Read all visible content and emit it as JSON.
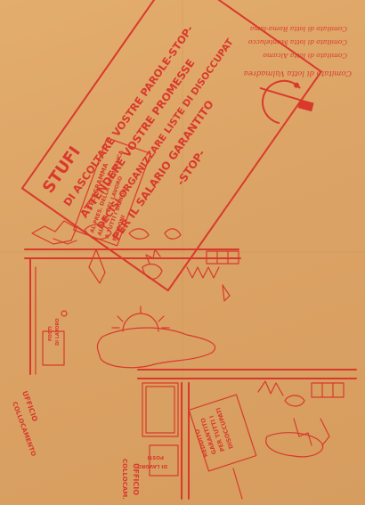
{
  "colors": {
    "paper": "#dba365",
    "ink": "#d9392c"
  },
  "icons": [
    "hammer-sickle-icon"
  ],
  "committees": [
    "Comitato di lotta Valmadrea",
    "Comitato di lotta Alcamo",
    "Comitato di lotta Montelucco",
    "Comitato di lotta Roma-lama"
  ],
  "headline": {
    "line1": "STUFI",
    "line2": "DI ASCOLTARE VOSTRE PAROLE-STOP-",
    "line3": "ATTENDERE VOSTRE PROMESSE",
    "line4": "DECISI ORGANIZZARE LISTE DI DISOCCUPAT",
    "line5": "PER IL SALARIO GARANTITO",
    "line6": "-STOP-"
  },
  "telegram_box": {
    "line1": "TELEGRAMMA",
    "line2": "AL PRES. DELLA REPUBBLICA",
    "line3": "AL MIN. DEL LAVORO",
    "line4": "A TUTTI I SIGNORI",
    "line5": "PADRONI"
  },
  "sign_bottom": {
    "line1": "REDDITO",
    "line2": "GARANTITO",
    "line3": "PER TUTTI I",
    "line4": "DISOCCUPATI"
  },
  "office_upper": {
    "label1": "UFFICIO",
    "label2": "COLLOCAMENTO",
    "poster1": "POSTI",
    "poster2": "DI LAVORO"
  },
  "office_lower": {
    "label1": "UFFICIO",
    "label2": "COLLOCAM.",
    "poster1": "POSTI",
    "poster2": "DI LAVORO"
  }
}
